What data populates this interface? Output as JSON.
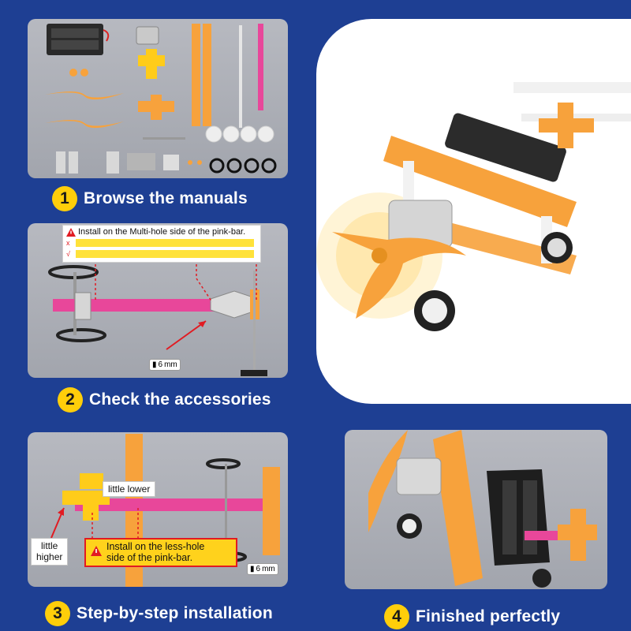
{
  "steps": [
    {
      "number": "1",
      "label": "Browse the manuals"
    },
    {
      "number": "2",
      "label": "Check the accessories"
    },
    {
      "number": "3",
      "label": "Step-by-step installation"
    },
    {
      "number": "4",
      "label": "Finished perfectly"
    }
  ],
  "panel2": {
    "warning": "Install on the Multi-hole side of the pink-bar.",
    "wrong_mark": "x",
    "right_mark": "√",
    "screw_size": "6",
    "screw_unit": "mm"
  },
  "panel3": {
    "little_lower": "little lower",
    "little_higher_1": "little",
    "little_higher_2": "higher",
    "warning_line1": "Install on the less-hole",
    "warning_line2": "side of the pink-bar.",
    "screw_size": "6",
    "screw_unit": "mm"
  },
  "colors": {
    "background": "#1e3f93",
    "badge": "#ffce0a",
    "orange_part": "#f7a23c",
    "pink_bar": "#e8479a",
    "warning_red": "#e11b22",
    "warning_yellow": "#ffd21c"
  }
}
